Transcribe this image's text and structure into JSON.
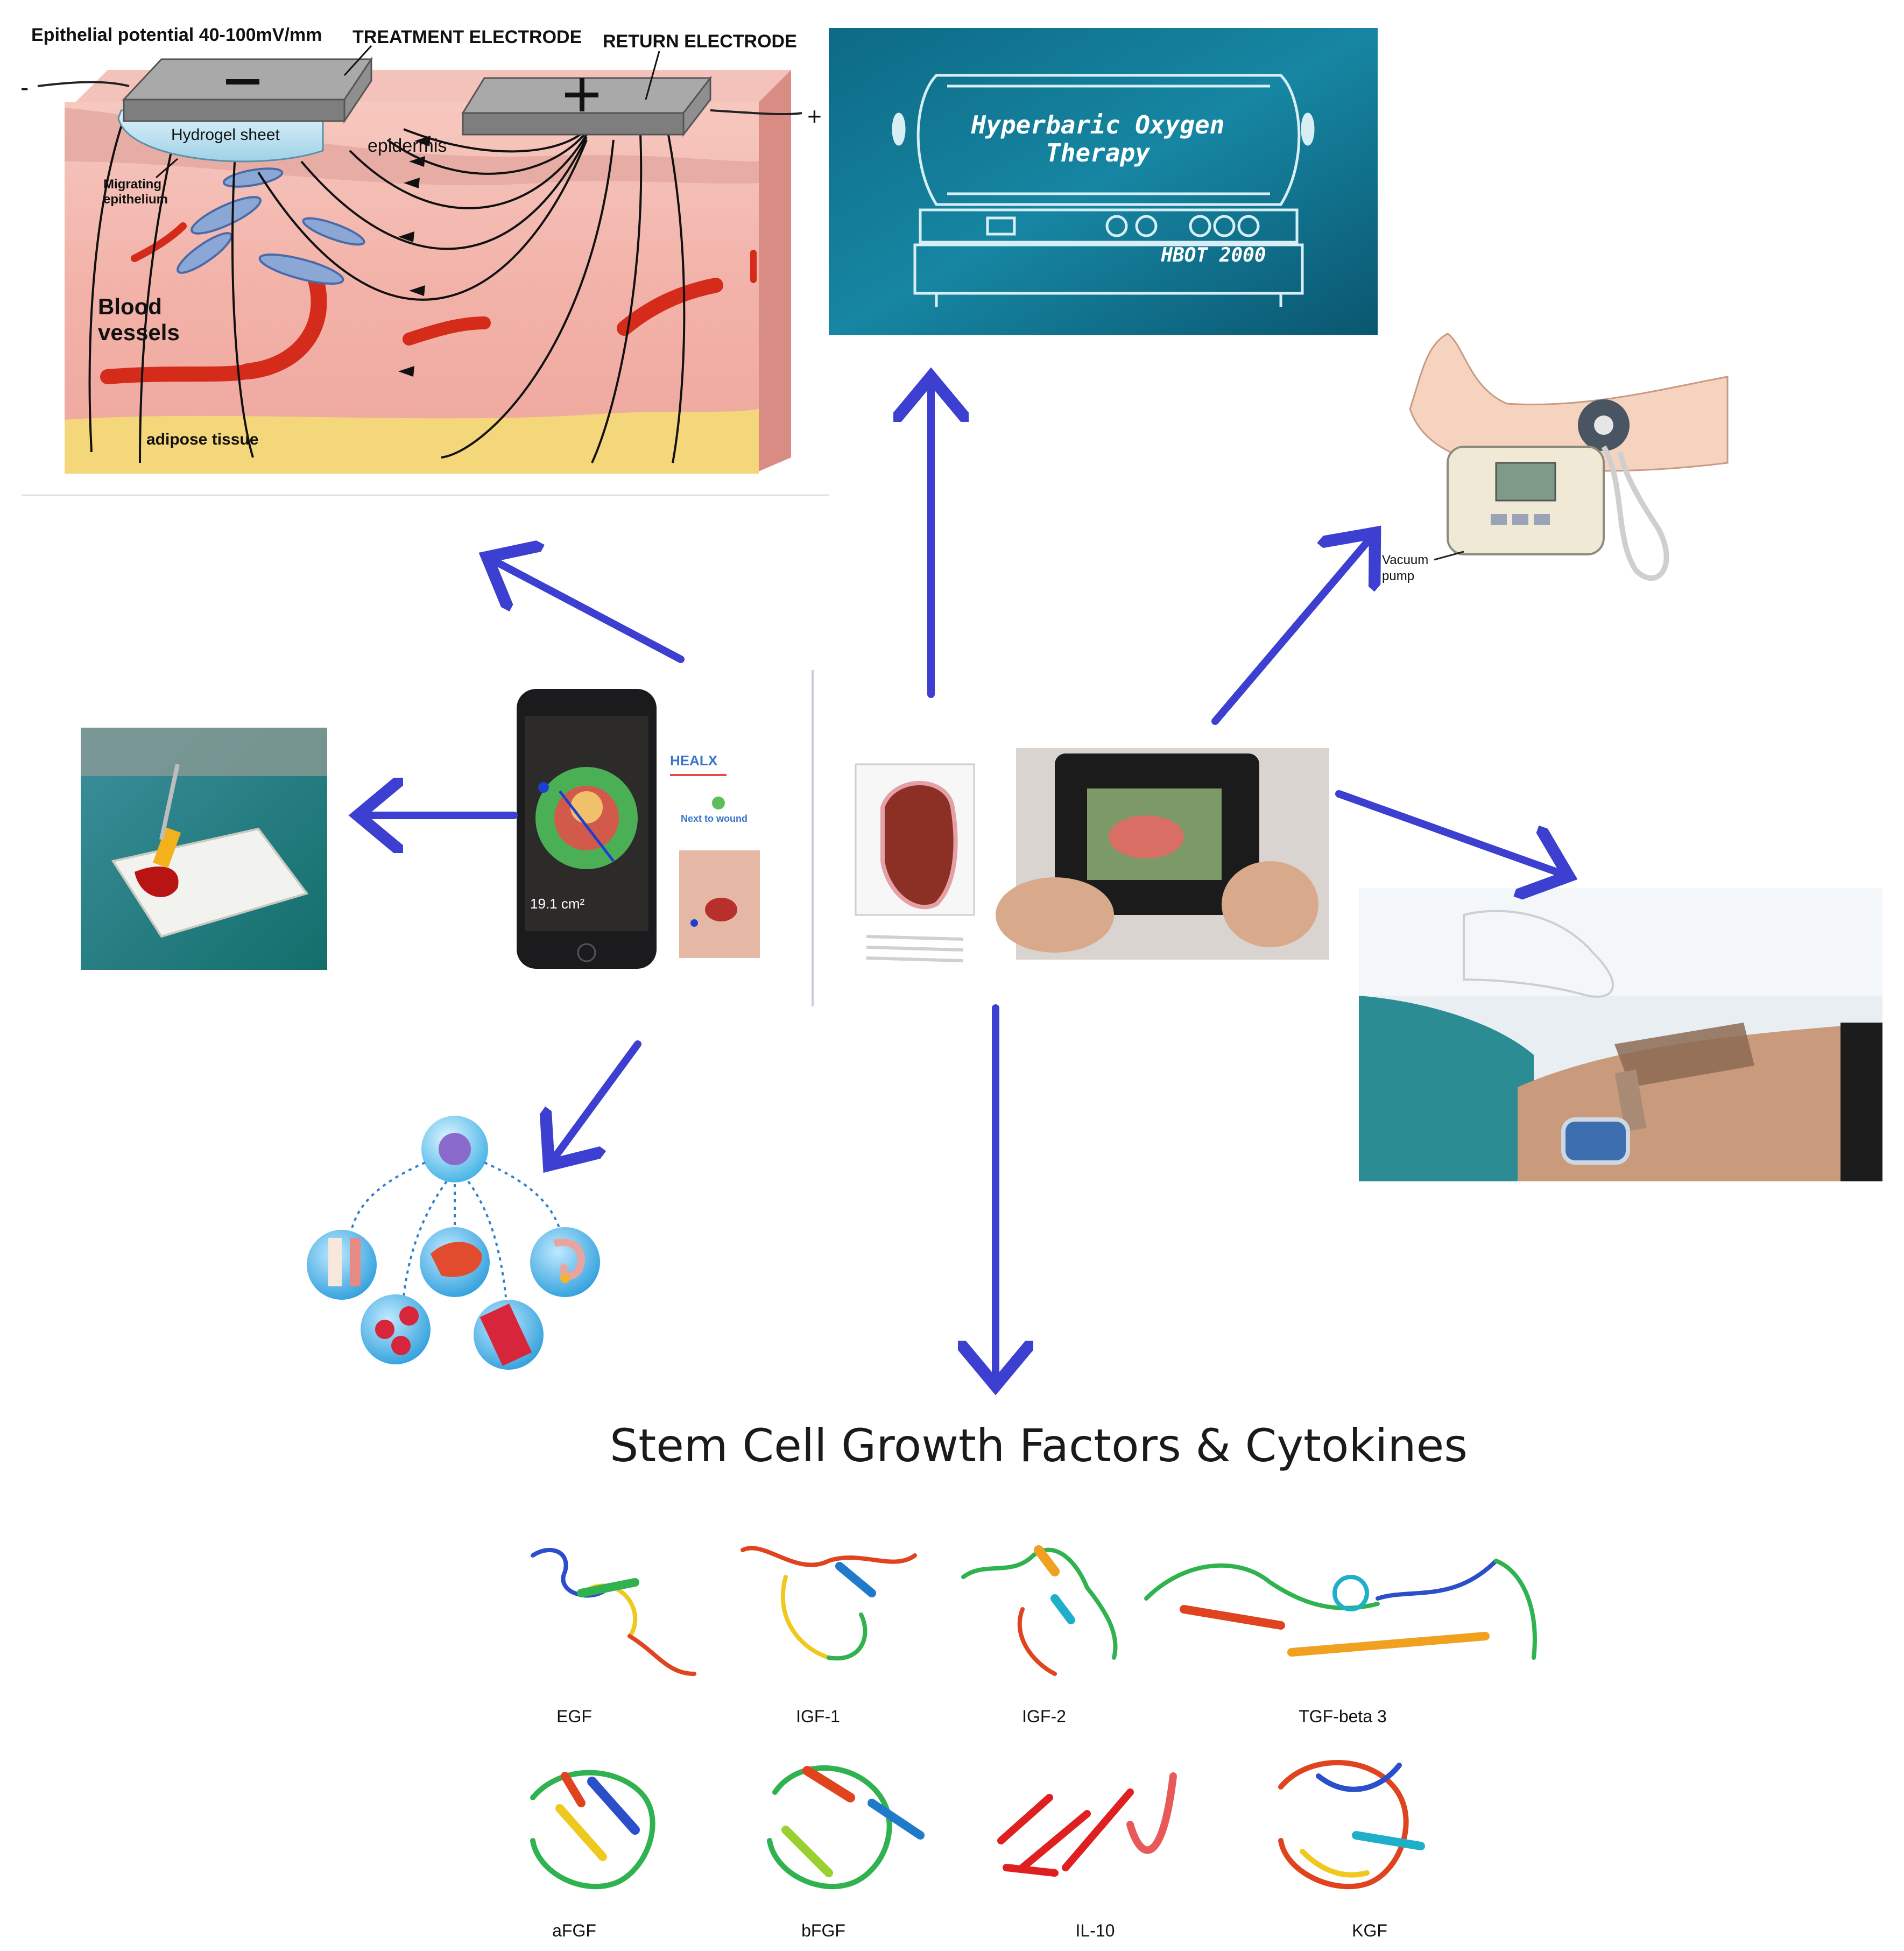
{
  "skin_panel": {
    "epithelial_potential": "Epithelial potential 40-100mV/mm",
    "treatment_electrode": "TREATMENT ELECTRODE",
    "return_electrode": "RETURN ELECTRODE",
    "minus_sign": "-",
    "plus_sign": "+",
    "hydrogel_sheet": "Hydrogel sheet",
    "epidermis": "epidermis",
    "migrating": "Migrating",
    "epithelium": "epithelium",
    "blood": "Blood",
    "vessels": "vessels",
    "adipose_tissue": "adipose tissue"
  },
  "hbot_panel": {
    "title_line1": "Hyperbaric Oxygen",
    "title_line2": "Therapy",
    "model": "HBOT 2000"
  },
  "npwt_panel": {
    "vacuum": "Vacuum",
    "pump": "pump"
  },
  "phone_panel": {
    "brand": "HEALX",
    "next_to_wound": "Next to wound",
    "area_reading": "19.1 cm²"
  },
  "growth_factors": {
    "title": "Stem Cell Growth Factors & Cytokines",
    "row1": [
      "EGF",
      "IGF-1",
      "IGF-2",
      "TGF-beta 3"
    ],
    "row2": [
      "aFGF",
      "bFGF",
      "IL-10",
      "KGF"
    ]
  },
  "colors": {
    "arrow": "#3c3fcf",
    "hbot_bg": "#0f6f88",
    "skin": "#f2b6ae",
    "vessel": "#d42b1a",
    "adipose": "#f3d77a"
  }
}
